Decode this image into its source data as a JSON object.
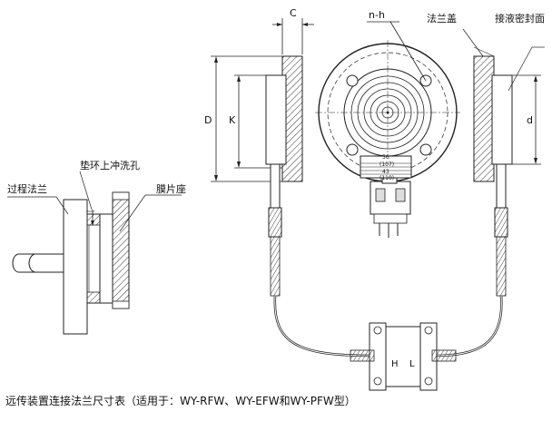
{
  "labels": {
    "c": "C",
    "nh": "n-h",
    "flange_cover": "法兰盖",
    "seal_face": "接液密封面",
    "D": "D",
    "K": "K",
    "d": "d",
    "process_flange": "过程法兰",
    "gasket_flush": "垫环上冲洗孔",
    "diaphragm_seat": "膜片座",
    "H": "H",
    "L": "L",
    "dim_56": "56",
    "dim_107": "(107)",
    "dim_43": "43",
    "dim_110": "(110)"
  },
  "caption": "远传装置连接法兰尺寸表（适用于：WY-RFW、WY-EFW和WY-PFW型）"
}
